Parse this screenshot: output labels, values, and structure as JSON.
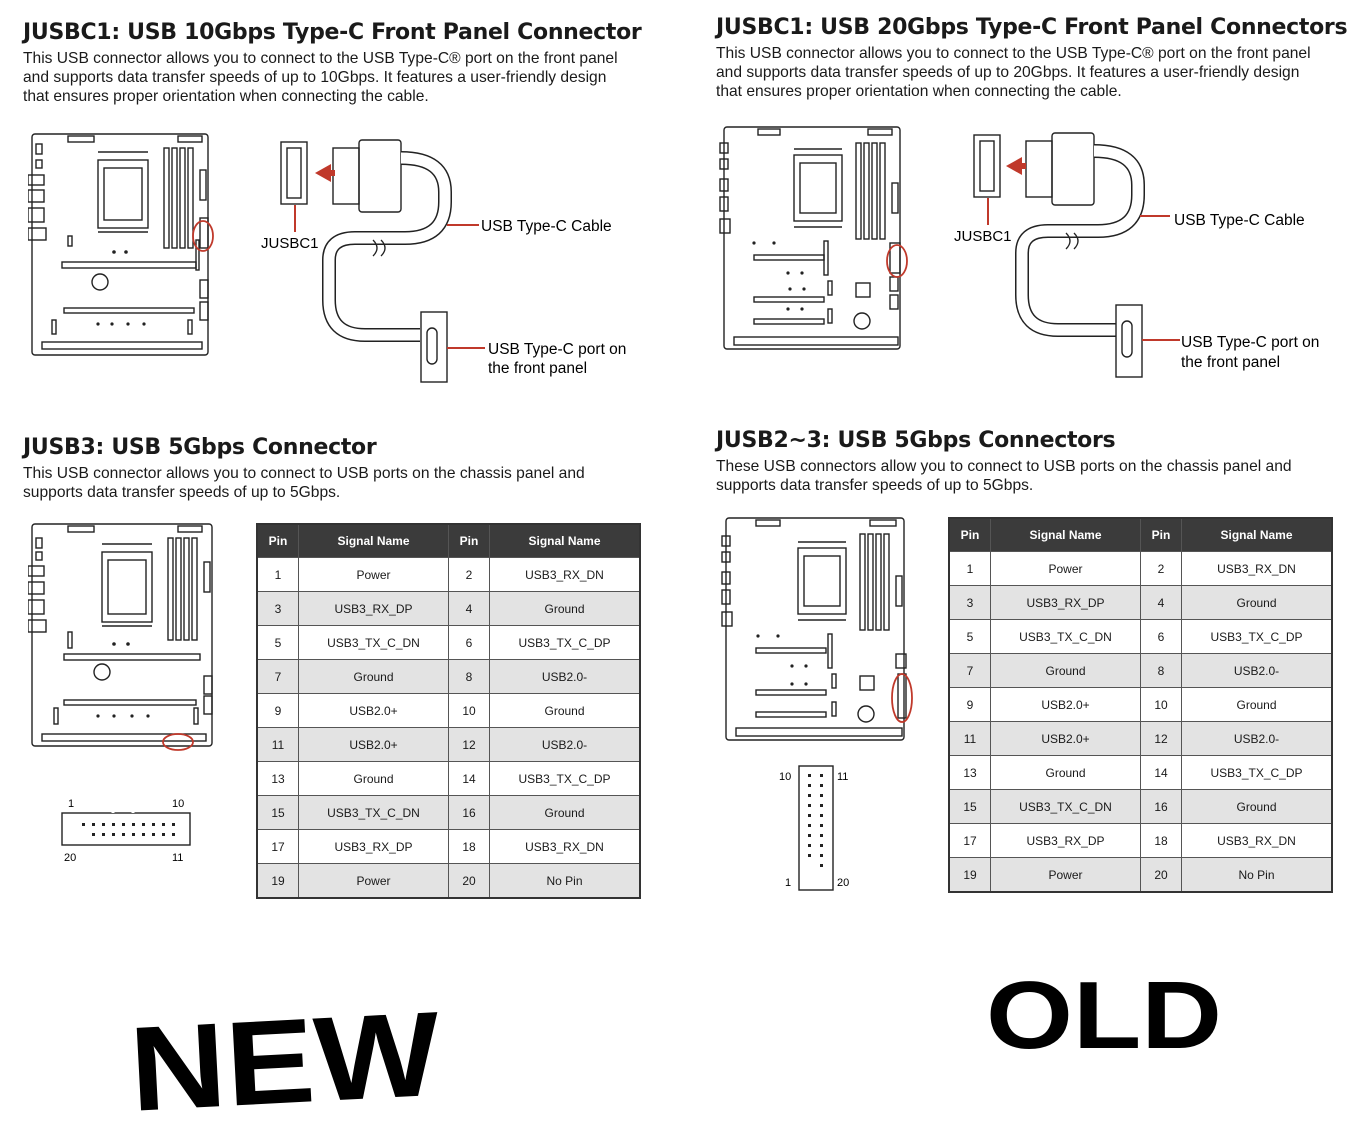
{
  "left": {
    "typec": {
      "title": "JUSBC1: USB 10Gbps Type-C Front Panel Connector",
      "desc": [
        "This USB connector allows you to connect to the USB Type-C® port on the front panel",
        "and supports data transfer speeds of up to 10Gbps. It features a user-friendly design",
        "that ensures proper orientation when connecting the cable."
      ],
      "connector_label": "JUSBC1",
      "cable_label": "USB Type-C Cable",
      "port_label": [
        "USB Type-C port on",
        "the front panel"
      ]
    },
    "usb3": {
      "title": "JUSB3: USB 5Gbps Connector",
      "desc": [
        "This USB connector allows you to connect to USB ports on the chassis panel and",
        "supports data transfer speeds of up to 5Gbps."
      ],
      "header_labels": {
        "top_left": "1",
        "top_right": "10",
        "bottom_left": "20",
        "bottom_right": "11"
      }
    },
    "annotation": "NEW"
  },
  "right": {
    "typec": {
      "title": "JUSBC1: USB 20Gbps Type-C Front Panel Connectors",
      "desc": [
        "This USB connector allows you to connect to the USB Type-C® port on the front panel",
        "and supports data transfer speeds of up to 20Gbps. It features a user-friendly design",
        "that ensures proper orientation when connecting the cable."
      ],
      "connector_label": "JUSBC1",
      "cable_label": "USB Type-C Cable",
      "port_label": [
        "USB Type-C port on",
        "the front panel"
      ]
    },
    "usb3": {
      "title": "JUSB2~3: USB 5Gbps Connectors",
      "desc": [
        "These USB connectors allow you to connect to USB ports on the chassis panel and",
        "supports data transfer speeds of up to 5Gbps."
      ],
      "header_labels": {
        "top_left": "10",
        "top_right": "11",
        "bottom_left": "1",
        "bottom_right": "20"
      }
    },
    "annotation": "OLD"
  },
  "pin_table": {
    "headers": [
      "Pin",
      "Signal Name",
      "Pin",
      "Signal Name"
    ],
    "rows": [
      [
        "1",
        "Power",
        "2",
        "USB3_RX_DN"
      ],
      [
        "3",
        "USB3_RX_DP",
        "4",
        "Ground"
      ],
      [
        "5",
        "USB3_TX_C_DN",
        "6",
        "USB3_TX_C_DP"
      ],
      [
        "7",
        "Ground",
        "8",
        "USB2.0-"
      ],
      [
        "9",
        "USB2.0+",
        "10",
        "Ground"
      ],
      [
        "11",
        "USB2.0+",
        "12",
        "USB2.0-"
      ],
      [
        "13",
        "Ground",
        "14",
        "USB3_TX_C_DP"
      ],
      [
        "15",
        "USB3_TX_C_DN",
        "16",
        "Ground"
      ],
      [
        "17",
        "USB3_RX_DP",
        "18",
        "USB3_RX_DN"
      ],
      [
        "19",
        "Power",
        "20",
        "No Pin"
      ]
    ]
  },
  "colors": {
    "highlight": "#c0392b",
    "table_header": "#3b3b3b",
    "table_alt_row": "#e3e3e3"
  }
}
